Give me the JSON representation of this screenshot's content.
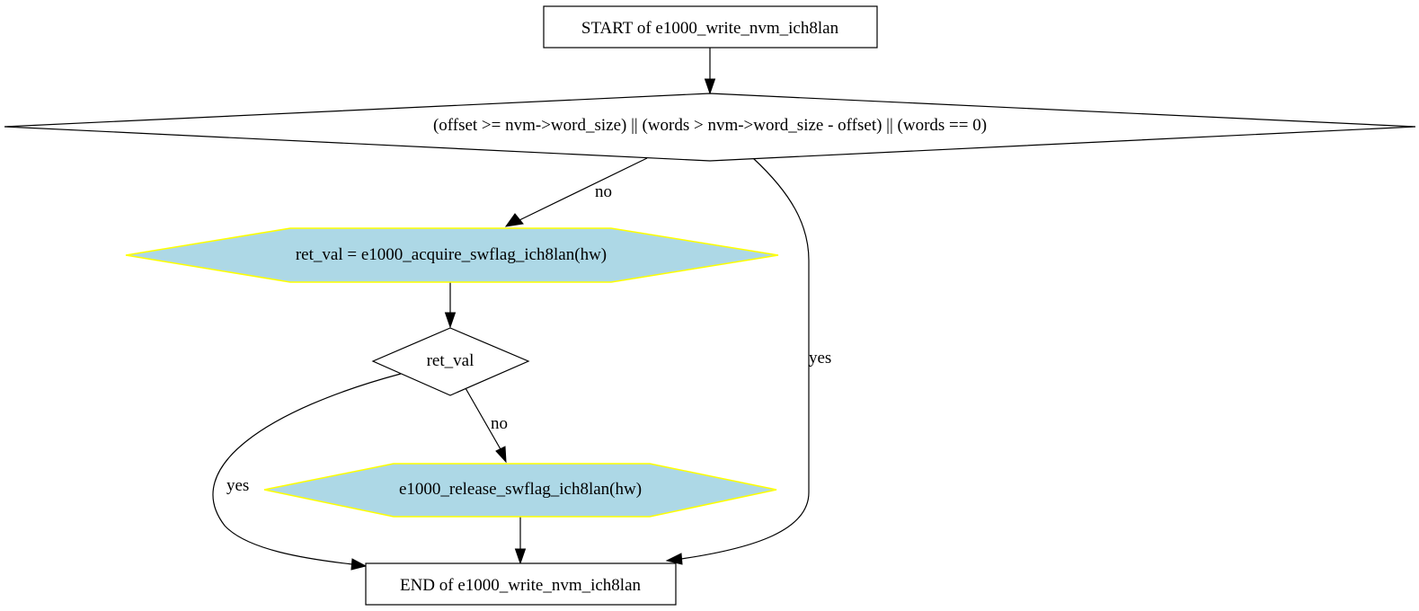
{
  "colors": {
    "process_fill": "#add8e6",
    "process_stroke": "#ffff00",
    "line": "#000000",
    "background": "#ffffff"
  },
  "nodes": {
    "start": {
      "label": "START of e1000_write_nvm_ich8lan"
    },
    "check_params": {
      "label": "(offset >= nvm->word_size) || (words > nvm->word_size - offset) || (words == 0)"
    },
    "acquire": {
      "label": "ret_val = e1000_acquire_swflag_ich8lan(hw)"
    },
    "ret_val_check": {
      "label": "ret_val"
    },
    "release": {
      "label": "e1000_release_swflag_ich8lan(hw)"
    },
    "end": {
      "label": "END of e1000_write_nvm_ich8lan"
    }
  },
  "edges": {
    "check_no": {
      "label": "no"
    },
    "check_yes": {
      "label": "yes"
    },
    "retval_no": {
      "label": "no"
    },
    "retval_yes": {
      "label": "yes"
    }
  }
}
